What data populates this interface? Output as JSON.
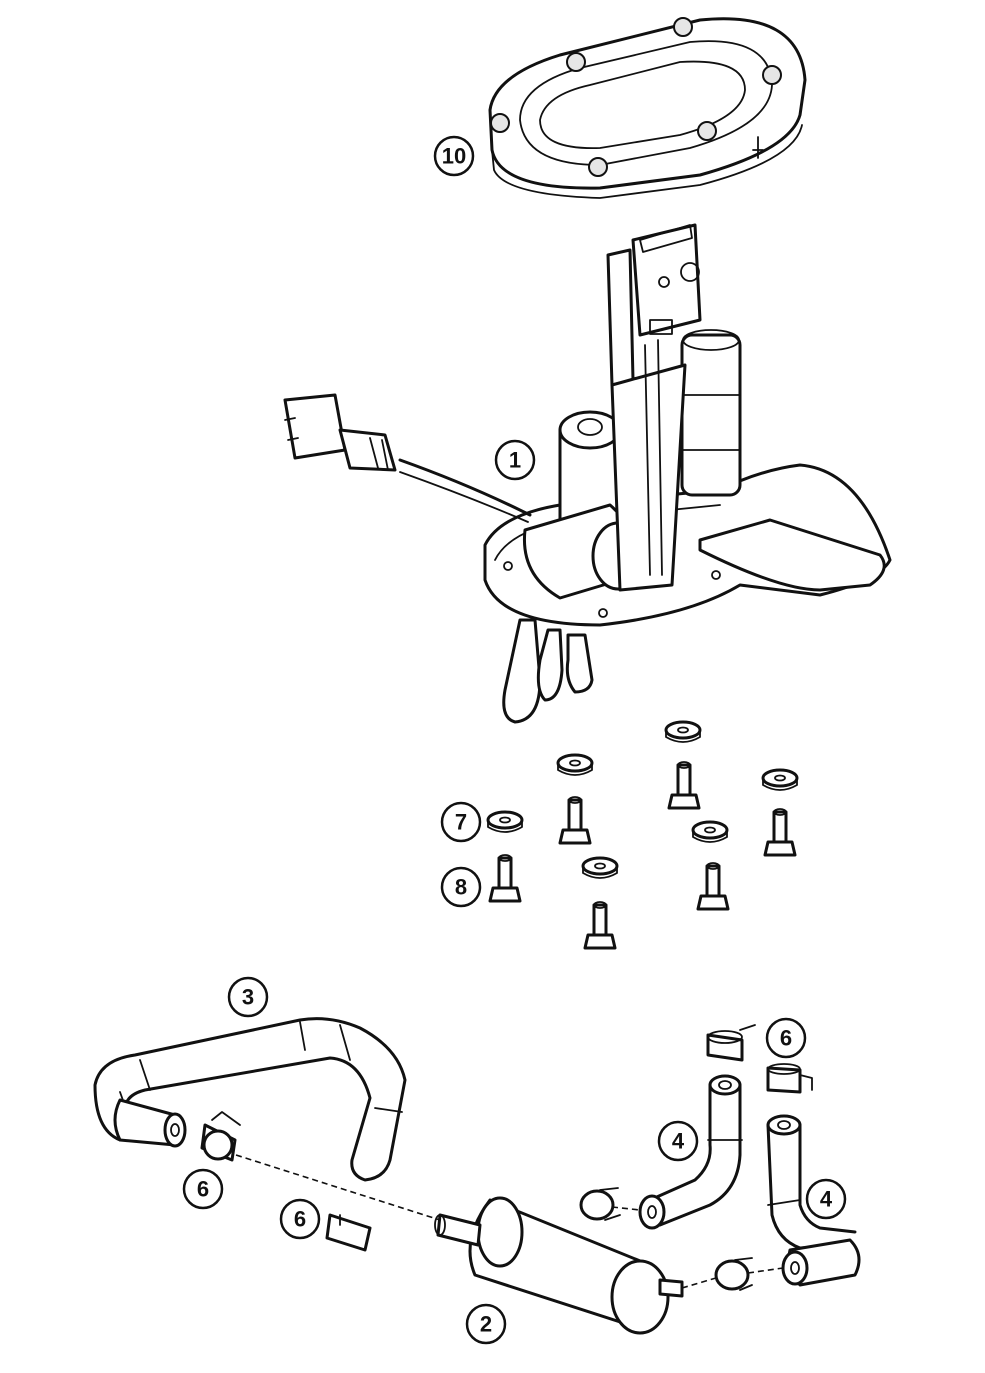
{
  "callouts": [
    {
      "id": "c10",
      "label": "10"
    },
    {
      "id": "c1",
      "label": "1"
    },
    {
      "id": "c7",
      "label": "7"
    },
    {
      "id": "c8",
      "label": "8"
    },
    {
      "id": "c3",
      "label": "3"
    },
    {
      "id": "c6a",
      "label": "6"
    },
    {
      "id": "c6b",
      "label": "6"
    },
    {
      "id": "c6c",
      "label": "6"
    },
    {
      "id": "c4a",
      "label": "4"
    },
    {
      "id": "c4b",
      "label": "4"
    },
    {
      "id": "c2",
      "label": "2"
    }
  ]
}
